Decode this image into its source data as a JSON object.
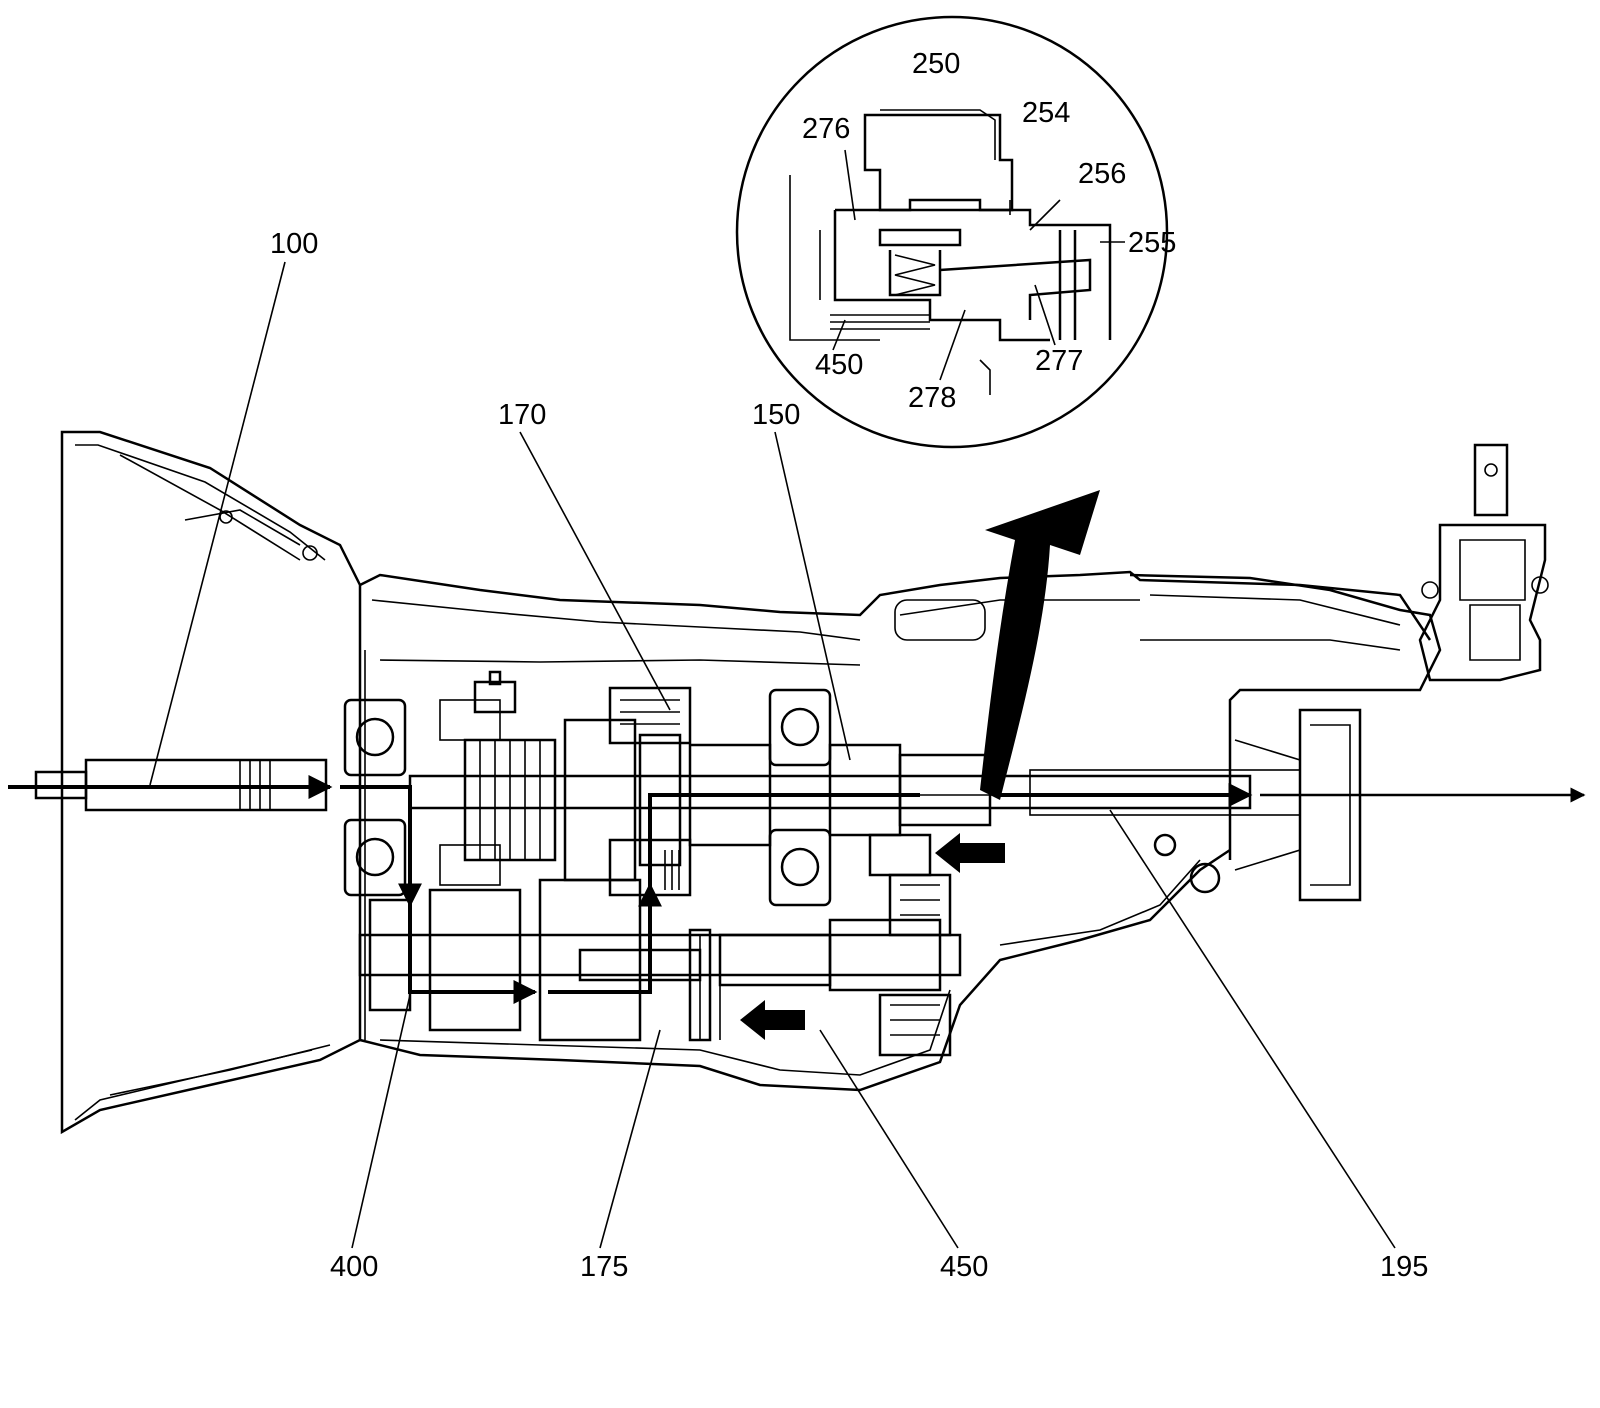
{
  "diagram": {
    "main_labels": {
      "l100": "100",
      "l170": "170",
      "l150": "150",
      "l400": "400",
      "l175": "175",
      "l450": "450",
      "l195": "195"
    },
    "detail_labels": {
      "l250": "250",
      "l254": "254",
      "l276": "276",
      "l256": "256",
      "l255": "255",
      "l450": "450",
      "l278": "278",
      "l277": "277"
    }
  }
}
